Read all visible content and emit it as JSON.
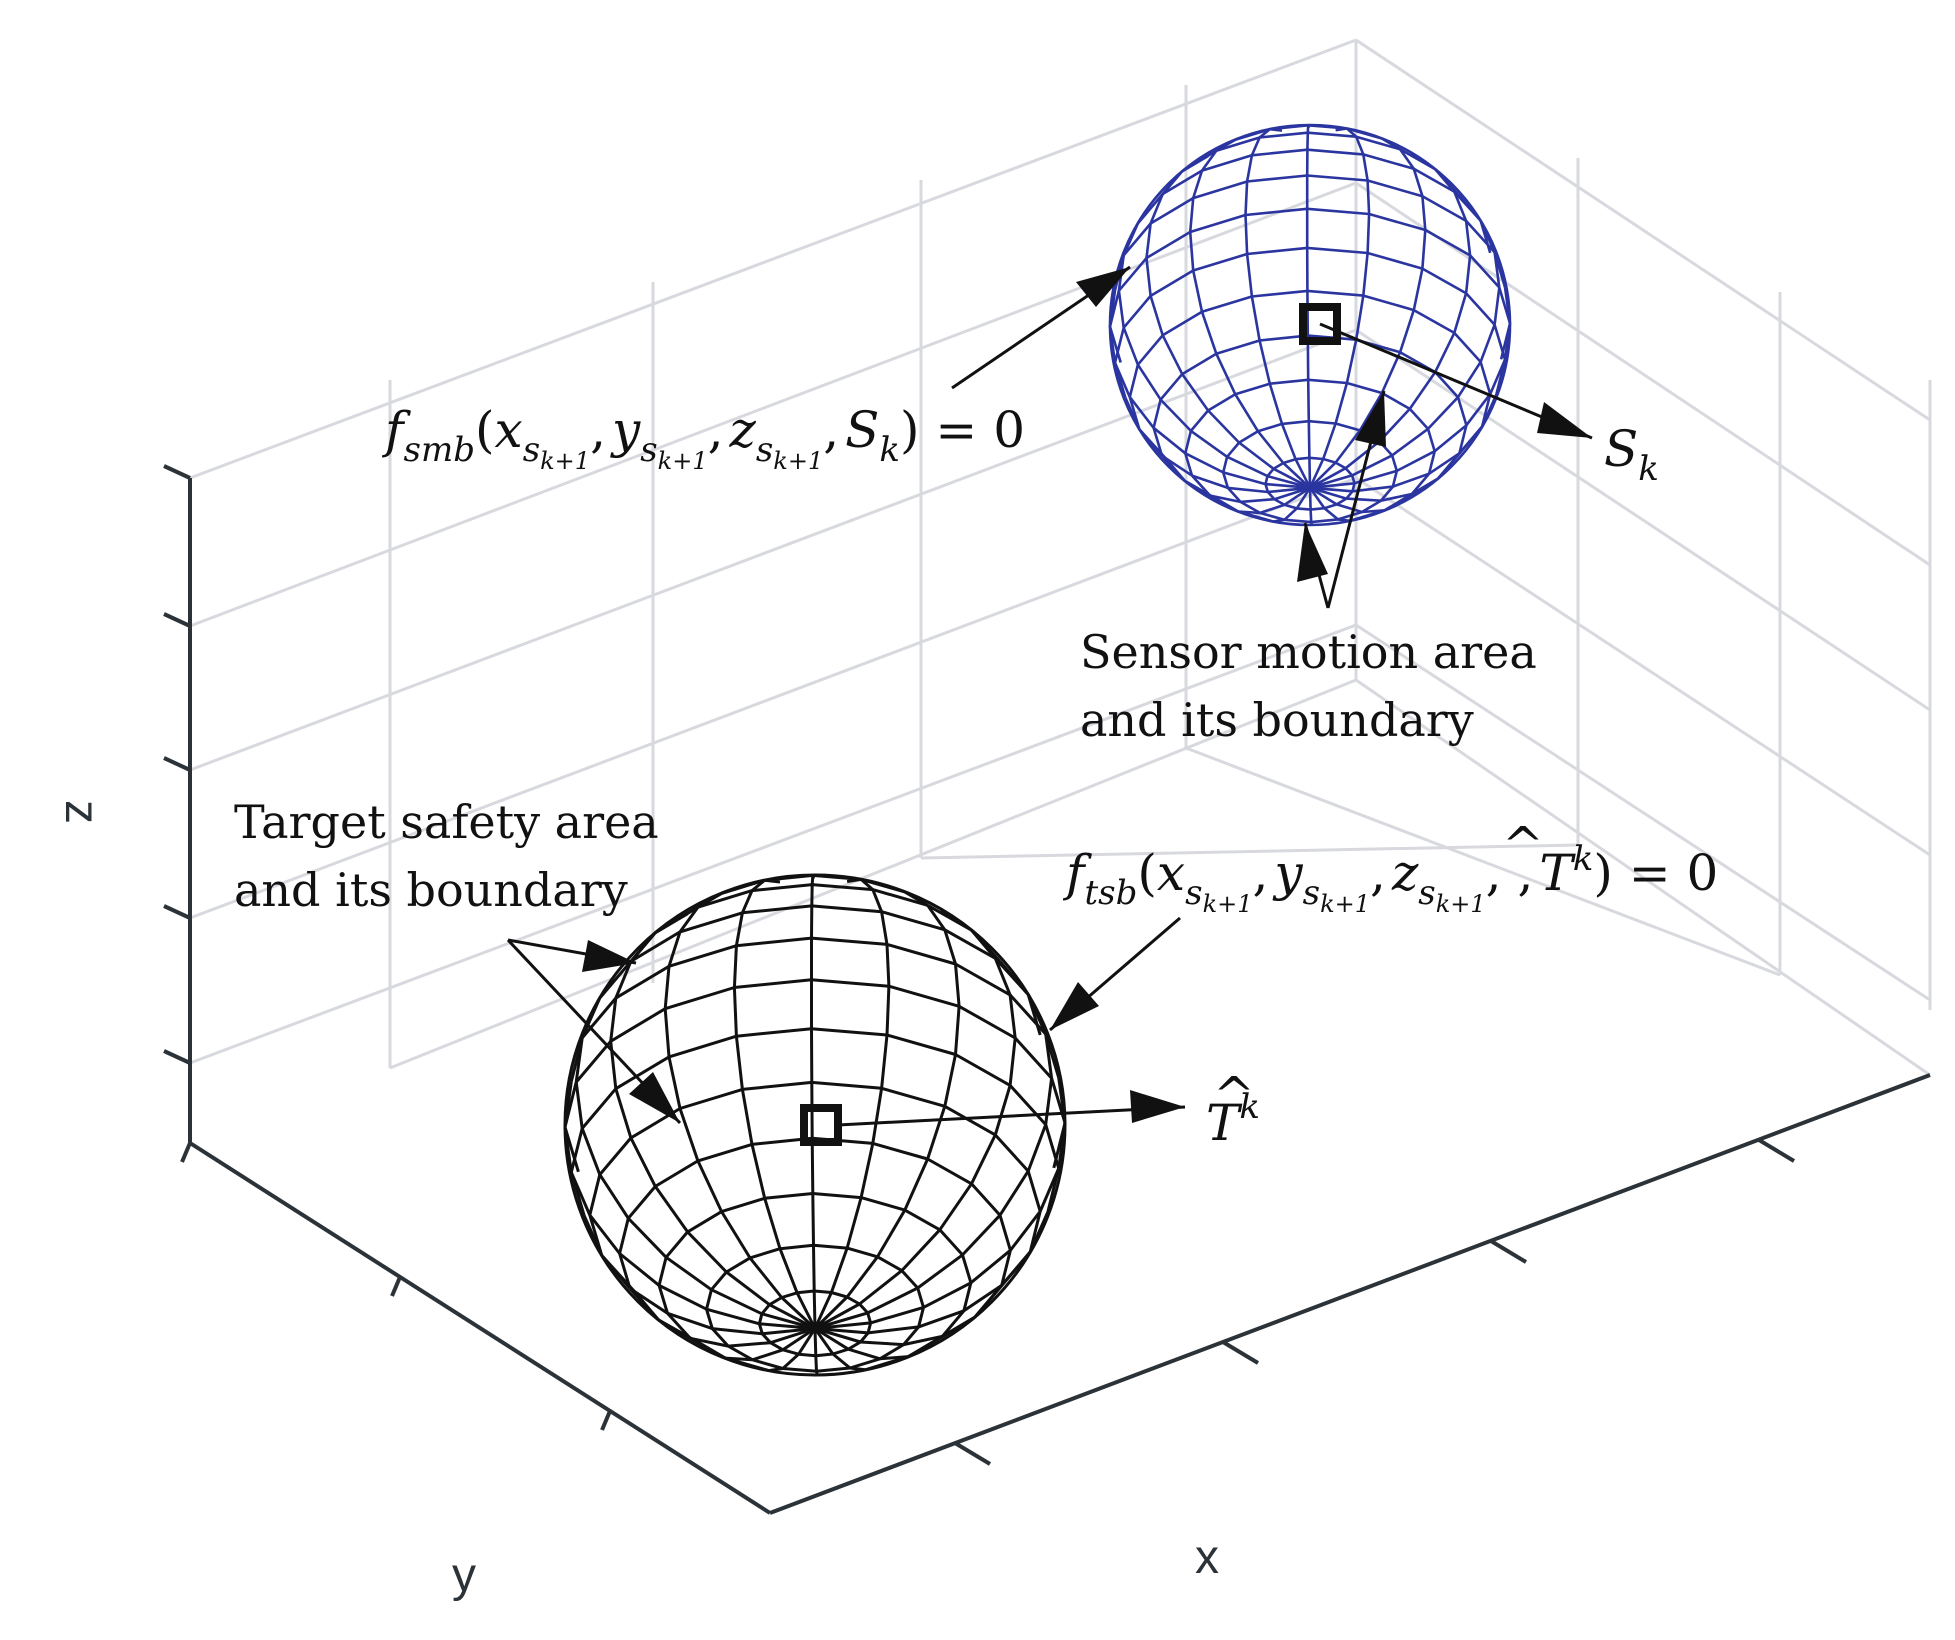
{
  "figure": {
    "axes": {
      "x_label": "x",
      "y_label": "y",
      "z_label": "z"
    },
    "sensor": {
      "label_line1": "Sensor motion area",
      "label_line2": "and its boundary",
      "centre_label_main": "S",
      "centre_label_sub": "k",
      "equation": {
        "f": "f",
        "f_sub": "smb",
        "open": "(",
        "x": "x",
        "y": "y",
        "z": "z",
        "sub_s": "s",
        "sub_k1": "k+1",
        "comma": ",",
        "S": "S",
        "S_sub": "k",
        "close_eq": ") = 0"
      },
      "color": "#2b35a0"
    },
    "target": {
      "label_line1": "Target safety area",
      "label_line2": "and its boundary",
      "centre_label_main": "T",
      "centre_label_hat": "^",
      "centre_label_sup": "k",
      "equation": {
        "f": "f",
        "f_sub": "tsb",
        "open": "(",
        "x": "x",
        "y": "y",
        "z": "z",
        "sub_s": "s",
        "sub_k1": "k+1",
        "comma": ",",
        "double_comma": ", ,",
        "T": "T",
        "T_hat": "^",
        "T_sup": "k",
        "close_eq": ") = 0"
      },
      "color": "#111111"
    }
  }
}
